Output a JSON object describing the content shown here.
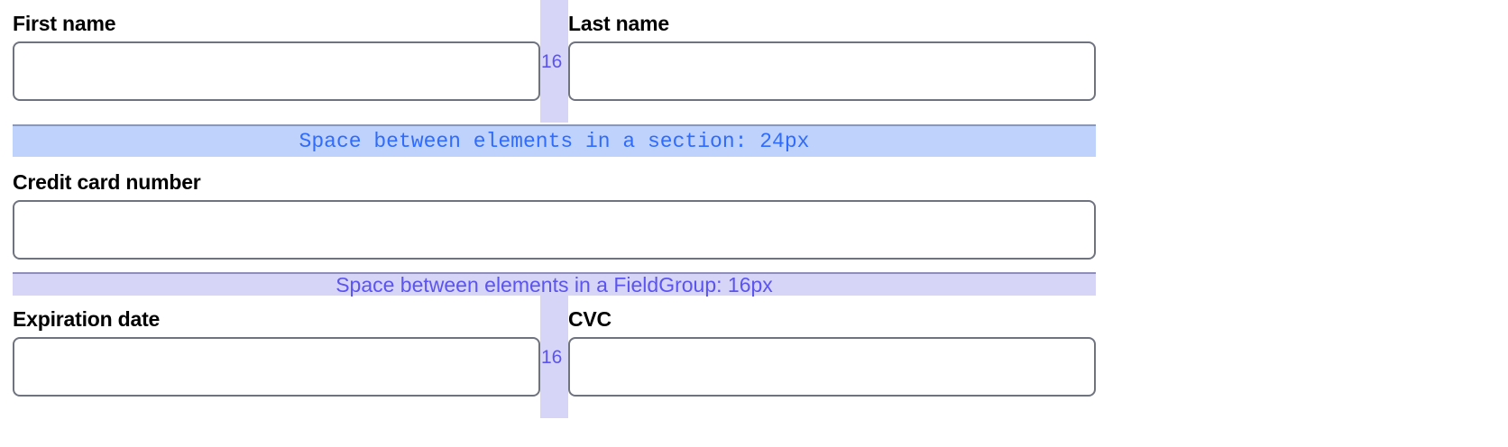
{
  "form": {
    "rows": [
      {
        "name": "name-row",
        "fields": [
          {
            "label": "First name",
            "value": "",
            "placeholder": ""
          },
          {
            "label": "Last name",
            "value": "",
            "placeholder": ""
          }
        ],
        "gap_label": "16"
      },
      {
        "name": "card-row",
        "fields": [
          {
            "label": "Credit card number",
            "value": "",
            "placeholder": ""
          }
        ]
      },
      {
        "name": "expiry-row",
        "fields": [
          {
            "label": "Expiration date",
            "value": "",
            "placeholder": ""
          },
          {
            "label": "CVC",
            "value": "",
            "placeholder": ""
          }
        ],
        "gap_label": "16"
      }
    ]
  },
  "annotations": {
    "section_band": {
      "text": "Space between elements in a section: 24px",
      "value": "24px",
      "background": "#bed2fb",
      "text_color": "#2f6bff"
    },
    "fieldgroup_band": {
      "text": "Space between elements in a FieldGroup: 16px",
      "value": "16px",
      "background": "#d6d5f7",
      "text_color": "#5b54ef"
    },
    "gap_strip": {
      "label": "16",
      "background": "#d6d5f7",
      "text_color": "#5b54ef"
    }
  },
  "colors": {
    "page_background": "#ffffff",
    "input_border": "#6f737f",
    "label_text": "#000000"
  }
}
